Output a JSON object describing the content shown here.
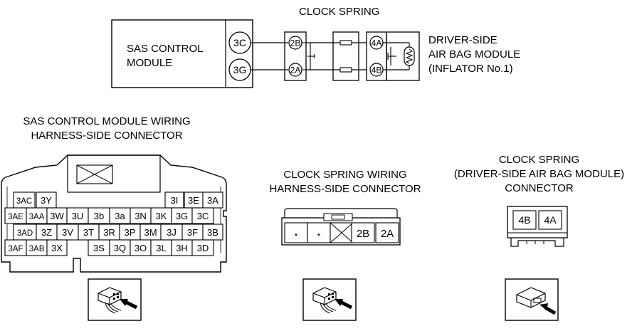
{
  "schematic": {
    "sas_module_label": [
      "SAS CONTROL",
      "MODULE"
    ],
    "sas_pins": [
      "3C",
      "3G"
    ],
    "clock_spring_title": "CLOCK SPRING",
    "clock_spring_pins_left": [
      "2B",
      "2A"
    ],
    "clock_spring_pins_right": [
      "4A",
      "4B"
    ],
    "airbag_label": [
      "DRIVER-SIDE",
      "AIR BAG MODULE",
      "(INFLATOR No.1)"
    ]
  },
  "connectors": {
    "sas_harness": {
      "title": [
        "SAS CONTROL MODULE WIRING",
        "HARNESS-SIDE CONNECTOR"
      ],
      "rows": [
        [
          "3AC",
          "3Y",
          "3I",
          "3E",
          "3A"
        ],
        [
          "3AE",
          "3AA",
          "3W",
          "3U",
          "3b",
          "3a",
          "3N",
          "3K",
          "3G",
          "3C"
        ],
        [
          "3AD",
          "3Z",
          "3V",
          "3T",
          "3R",
          "3P",
          "3M",
          "3J",
          "3F",
          "3B"
        ],
        [
          "3AF",
          "3AB",
          "3X",
          "3S",
          "3Q",
          "3O",
          "3L",
          "3H",
          "3D"
        ]
      ]
    },
    "clock_spring_harness": {
      "title": [
        "CLOCK SPRING WIRING",
        "HARNESS-SIDE CONNECTOR"
      ],
      "cells": [
        "*",
        "*",
        "",
        "2B",
        "2A"
      ]
    },
    "clock_spring_connector": {
      "title": [
        "CLOCK SPRING",
        "(DRIVER-SIDE AIR BAG MODULE)",
        "CONNECTOR"
      ],
      "cells": [
        "4B",
        "4A"
      ]
    }
  },
  "icons": [
    "connector-view-icon",
    "connector-view-icon",
    "connector-view-icon"
  ]
}
